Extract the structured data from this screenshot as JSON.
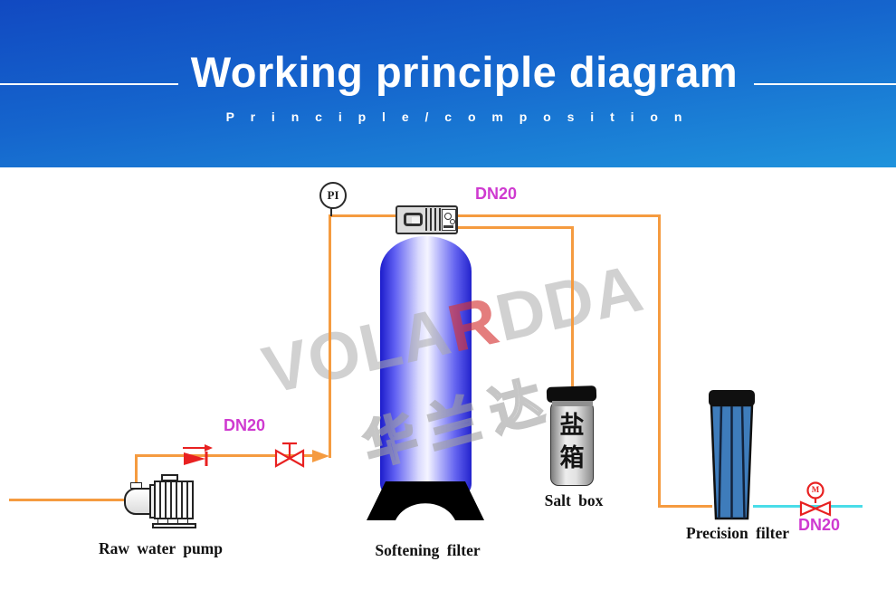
{
  "header": {
    "title": "Working principle diagram",
    "subtitle": "P r i n c i p l e / c o m p o s i t i o n"
  },
  "watermark": {
    "part1": "VOLA",
    "accent": "R",
    "part2": "DDA",
    "cn": "华兰达"
  },
  "diagram": {
    "gauge_label": "PI",
    "dn20_top": "DN20",
    "dn20_left": "DN20",
    "dn20_right": "DN20",
    "motor_valve_letter": "M",
    "salt_cn_1": "盐",
    "salt_cn_2": "箱",
    "labels": {
      "raw_water_pump": "Raw water pump",
      "softening_filter": "Softening filter",
      "salt_box": "Salt box",
      "precision_filter": "Precision filter"
    }
  },
  "colors": {
    "pipe_color": "#f59b40",
    "valve_color": "#e82121",
    "dn_label_color": "#cf3ad0",
    "soft_water_color": "#4adde8",
    "header_top": "#1149c1",
    "header_bottom": "#1f93dc",
    "tank_blue": "#2323cc",
    "filter_blue": "#3e7cbb"
  }
}
